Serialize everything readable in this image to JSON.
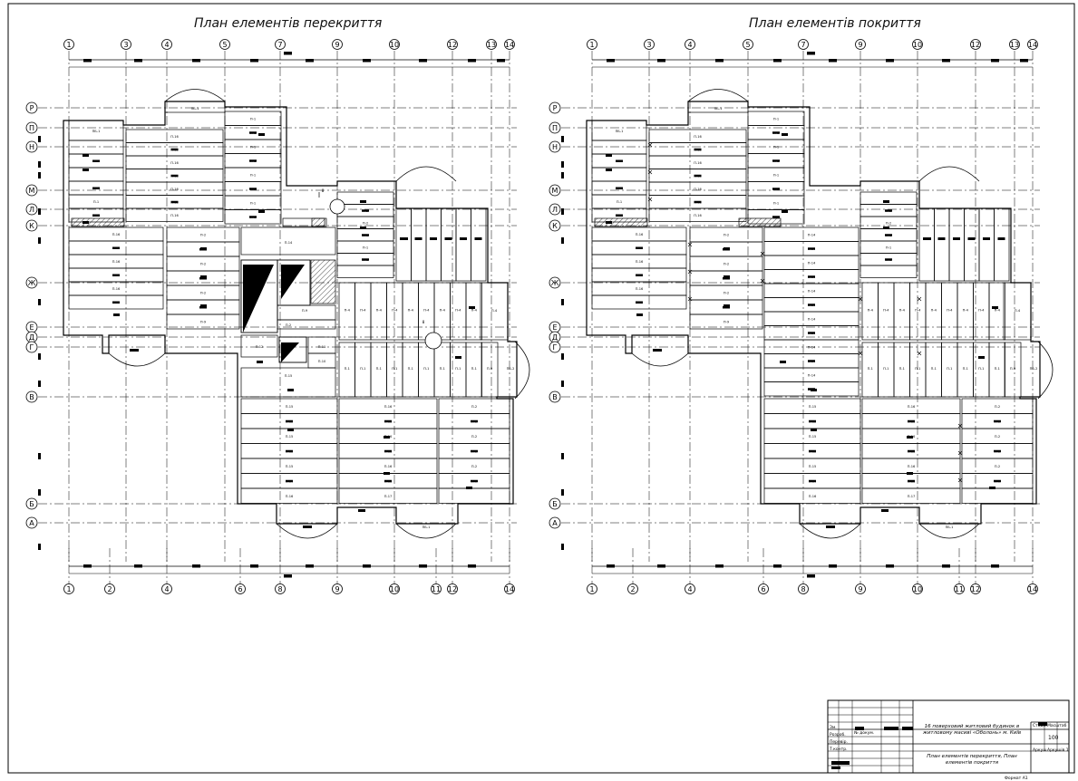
{
  "titles": {
    "left": "План елементів перекриття",
    "right": "План елементів покриття"
  },
  "axes": {
    "top_numbers": [
      "1",
      "3",
      "4",
      "5",
      "7",
      "9",
      "10",
      "12",
      "13",
      "14"
    ],
    "bottom_numbers": [
      "1",
      "2",
      "4",
      "6",
      "8",
      "9",
      "10",
      "11",
      "12",
      "14"
    ],
    "letters": [
      "Р",
      "П",
      "Н",
      "М",
      "Л",
      "К",
      "Ж",
      "Е",
      "Д",
      "Г",
      "В",
      "Б",
      "А"
    ]
  },
  "labels": {
    "slab_p1": "П-1",
    "slab_p2": "П-2",
    "slab_p4": "П-4",
    "slab_p9": "П-9",
    "slab_p10": "П-10",
    "slab_p11": "П-11",
    "slab_p12": "П-12",
    "slab_p14": "П-14",
    "slab_p15": "П-15",
    "slab_p16": "П-16",
    "slab_p17": "П-17",
    "slab_pb1": "ПБ-1",
    "slab_pb2": "ПБ-2",
    "section_mark": "8",
    "section_mark_b": "8"
  },
  "title_block": {
    "project": "16 поверховий житловий будинок в житловому масиві «Оболонь» м. Київ",
    "drawing": "План елементів перекриття, План елементів покриття",
    "stage_label": "Стадія",
    "scale_label": "Масштаб",
    "scale_value": "100",
    "sheet_label": "Аркуш",
    "sheets_label": "Аркушів 1",
    "row_izm": "Зм.",
    "row_doc": "№ докум.",
    "row_razrab": "Розроб.",
    "row_perev": "Перевір.",
    "row_tkontr": "Т.контр.",
    "format": "Формат А1"
  }
}
